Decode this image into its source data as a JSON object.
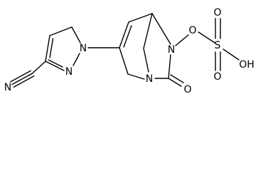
{
  "diagram": {
    "atoms": {
      "n_nitrile": "N",
      "n_pyrazole_2": "N",
      "n_pyrazole_1": "N",
      "n_bridge": "N",
      "n_hydroxamate": "N",
      "o_ester": "O",
      "s_sulfur": "S",
      "o_sulfonyl_top": "O",
      "o_sulfonyl_bottom": "O",
      "oh_hydroxyl": "OH",
      "o_carbonyl": "O"
    }
  }
}
